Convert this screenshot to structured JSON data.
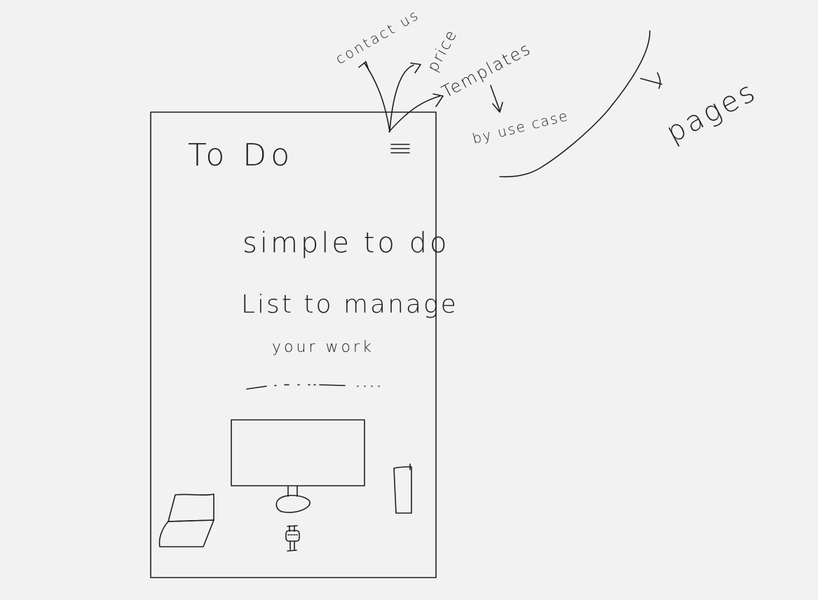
{
  "wireframe": {
    "logo": "To Do",
    "headline_line1": "simple to do",
    "headline_line2": "List to manage",
    "subheadline": "your work",
    "menu_icon": "hamburger-menu-icon"
  },
  "annotations": {
    "menu_items": [
      "contact us",
      "price",
      "Templates"
    ],
    "templates_note": "by use case",
    "pages_note": "pages"
  },
  "ink_color": "#1e1e1e",
  "background_color": "#f2f2f2"
}
